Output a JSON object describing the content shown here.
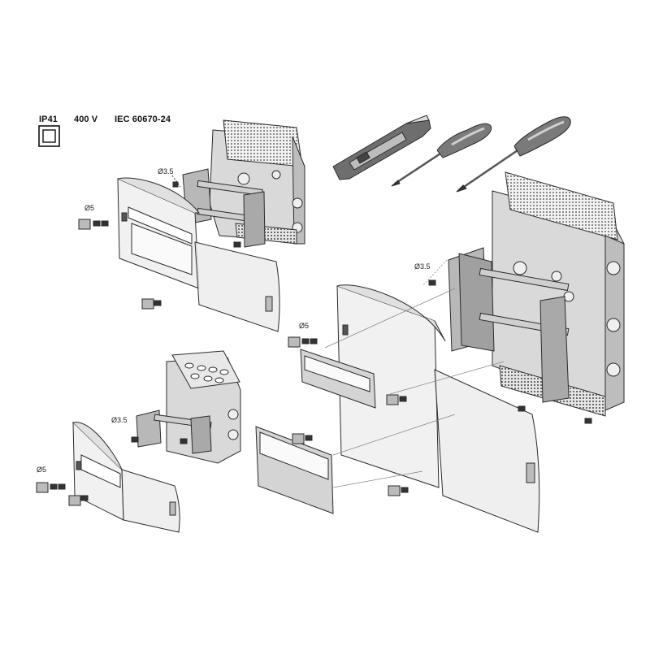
{
  "header": {
    "ip_rating": "IP41",
    "voltage": "400 V",
    "standard": "IEC 60670-24",
    "class2_symbol": "double-square-icon"
  },
  "callouts": {
    "d5": "Ø5",
    "d35": "Ø3.5"
  },
  "tools": [
    "utility-knife-icon",
    "phillips-screwdriver-icon",
    "flat-screwdriver-icon"
  ],
  "assemblies": [
    "small-enclosure-top",
    "small-enclosure-bottom",
    "large-enclosure-right"
  ],
  "colors": {
    "line": "#2b2b2b",
    "body_gray": "#d9d9d9",
    "dark_gray": "#8a8a8a",
    "door_fill": "#ececec",
    "tool_dark": "#6e6e6e",
    "guide_line": "#888888"
  }
}
